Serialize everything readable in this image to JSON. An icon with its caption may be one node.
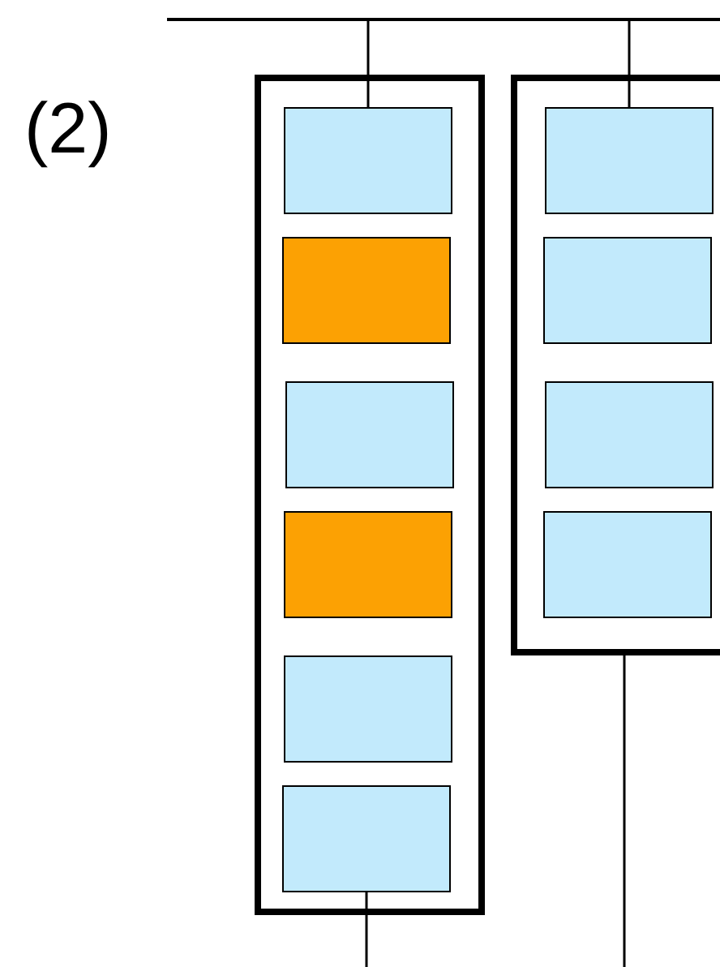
{
  "diagram": {
    "nodes": [
      {
        "text": [],
        "shape": "bar"
      },
      {
        "text": [],
        "shape": "box"
      },
      {
        "text": [],
        "shape": "box",
        "in": 1
      },
      {
        "text": [],
        "shape": "box",
        "in": 1
      },
      {
        "text": [],
        "shape": "box",
        "in": 1
      },
      {
        "text": [],
        "shape": "box",
        "in": 1
      },
      {
        "text": [],
        "shape": "box",
        "in": 1
      },
      {
        "text": [],
        "shape": "box",
        "in": 1
      },
      {
        "text": [],
        "shape": "box"
      },
      {
        "text": [],
        "shape": "box",
        "in": 8
      },
      {
        "text": [],
        "shape": "box",
        "in": 8
      },
      {
        "text": [],
        "shape": "box",
        "in": 8
      },
      {
        "text": [],
        "shape": "box",
        "in": 8
      }
    ],
    "edges": [
      {
        "from": 0,
        "to": 2,
        "arrow": "none"
      },
      {
        "from": 0,
        "to": 9,
        "arrow": "none"
      },
      {
        "from": 7,
        "to": null,
        "arrow": "none"
      },
      {
        "from": 8,
        "to": null,
        "arrow": "none"
      }
    ],
    "labels": [
      "(2)"
    ]
  }
}
